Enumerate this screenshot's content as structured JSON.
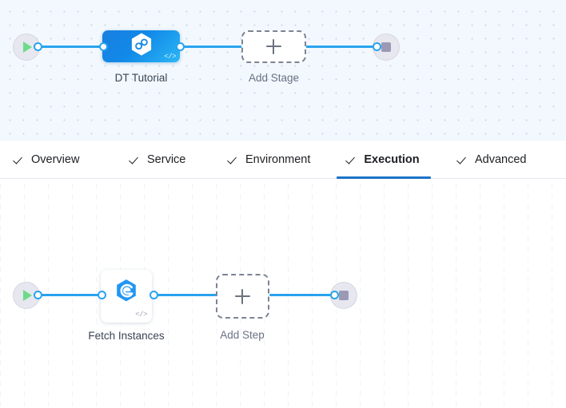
{
  "stage_graph": {
    "name": "pipeline-stage-canvas",
    "start_node": {
      "icon": "play-icon",
      "title": "Start"
    },
    "end_node": {
      "icon": "stop-icon",
      "title": "End"
    },
    "nodes": [
      {
        "id": "dt-tutorial",
        "label": "DT Tutorial",
        "icon": "hexagon-link-icon",
        "badge": "</>",
        "type": "stage"
      }
    ],
    "add_placeholder": {
      "label": "Add Stage",
      "icon": "plus-icon"
    }
  },
  "tabs": {
    "name": "pipeline-tabs",
    "items": [
      {
        "id": "overview",
        "label": "Overview",
        "icon": "check-icon",
        "active": false
      },
      {
        "id": "service",
        "label": "Service",
        "icon": "check-icon",
        "active": false
      },
      {
        "id": "environment",
        "label": "Environment",
        "icon": "check-icon",
        "active": false
      },
      {
        "id": "execution",
        "label": "Execution",
        "icon": "check-icon",
        "active": true
      },
      {
        "id": "advanced",
        "label": "Advanced",
        "icon": "check-icon",
        "active": false
      }
    ],
    "active_tab": "Execution",
    "active_underline_color": "#1a73c8"
  },
  "step_graph": {
    "name": "execution-step-canvas",
    "start_node": {
      "icon": "play-icon",
      "title": "Start"
    },
    "end_node": {
      "icon": "stop-icon",
      "title": "End"
    },
    "nodes": [
      {
        "id": "fetch-instances",
        "label": "Fetch Instances",
        "icon": "hexagon-e-icon",
        "badge": "</>",
        "type": "step"
      }
    ],
    "add_placeholder": {
      "label": "Add Step",
      "icon": "plus-icon"
    }
  },
  "colors": {
    "wire": "#29a3ee",
    "stage_node_start": "#1a7fe0",
    "stage_node_end": "#2cb6f5",
    "accent": "#1a73c8",
    "stage_canvas_bg": "#f2f8fd",
    "step_canvas_bg": "#ffffff",
    "play_icon": "#6ddc8a",
    "stop_icon": "#9a9ab4"
  }
}
